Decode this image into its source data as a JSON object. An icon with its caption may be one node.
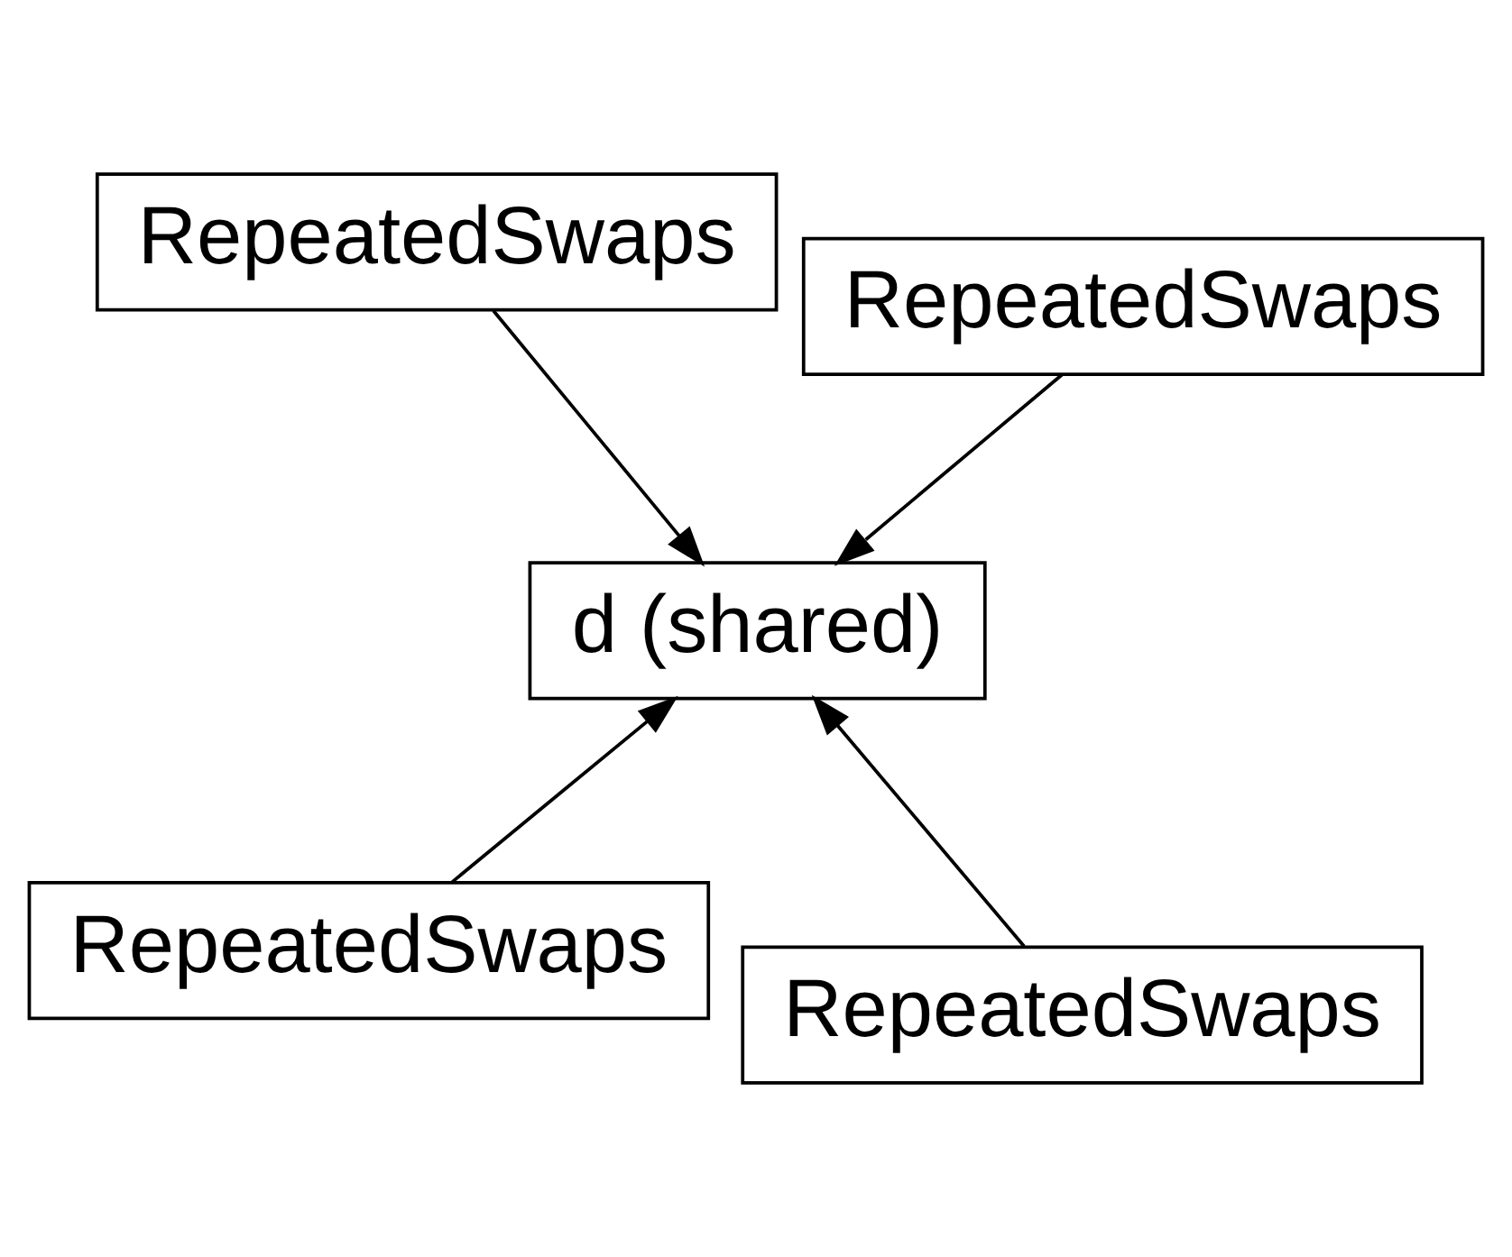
{
  "diagram": {
    "nodes": [
      {
        "text": [
          "RepeatedSwaps"
        ]
      },
      {
        "text": [
          "RepeatedSwaps"
        ]
      },
      {
        "text": [
          "d (shared)"
        ]
      },
      {
        "text": [
          "RepeatedSwaps"
        ]
      },
      {
        "text": [
          "RepeatedSwaps"
        ]
      }
    ],
    "edges": [
      {
        "from": 0,
        "to": 2,
        "arrow": "to"
      },
      {
        "from": 1,
        "to": 2,
        "arrow": "to"
      },
      {
        "from": 3,
        "to": 2,
        "arrow": "to"
      },
      {
        "from": 4,
        "to": 2,
        "arrow": "to"
      }
    ]
  }
}
